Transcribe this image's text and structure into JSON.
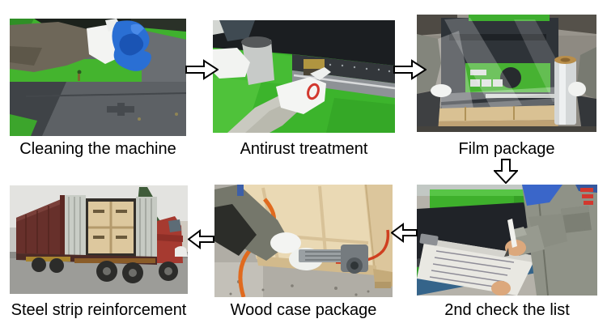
{
  "palette": {
    "background": "#ffffff",
    "caption_color": "#000000",
    "machine_green": "#3eb02c",
    "machine_dark_grey": "#5d6165",
    "container_maroon": "#67302b",
    "truck_red": "#a63a30",
    "wood_tan": "#ddc89e",
    "hose_orange": "#e06a1e",
    "cloth_blue": "#2a6fd4",
    "arrow_fill": "#ffffff",
    "arrow_outline": "#000000"
  },
  "steps": [
    {
      "label": "Cleaning the machine",
      "sequence": 1,
      "row": "top",
      "position": "left"
    },
    {
      "label": "Antirust treatment",
      "sequence": 2,
      "row": "top",
      "position": "center"
    },
    {
      "label": "Film package",
      "sequence": 3,
      "row": "top",
      "position": "right"
    },
    {
      "label": "Steel strip reinforcement",
      "sequence": 6,
      "row": "bottom",
      "position": "left"
    },
    {
      "label": "Wood case package",
      "sequence": 5,
      "row": "bottom",
      "position": "center"
    },
    {
      "label": "2nd check the list",
      "sequence": 4,
      "row": "bottom",
      "position": "right"
    }
  ],
  "arrows": [
    {
      "from": "Cleaning the machine",
      "to": "Antirust treatment",
      "direction": "right"
    },
    {
      "from": "Antirust treatment",
      "to": "Film package",
      "direction": "right"
    },
    {
      "from": "Film package",
      "to": "2nd check the list",
      "direction": "down"
    },
    {
      "from": "2nd check the list",
      "to": "Wood case package",
      "direction": "left"
    },
    {
      "from": "Wood case package",
      "to": "Steel strip reinforcement",
      "direction": "left"
    }
  ]
}
